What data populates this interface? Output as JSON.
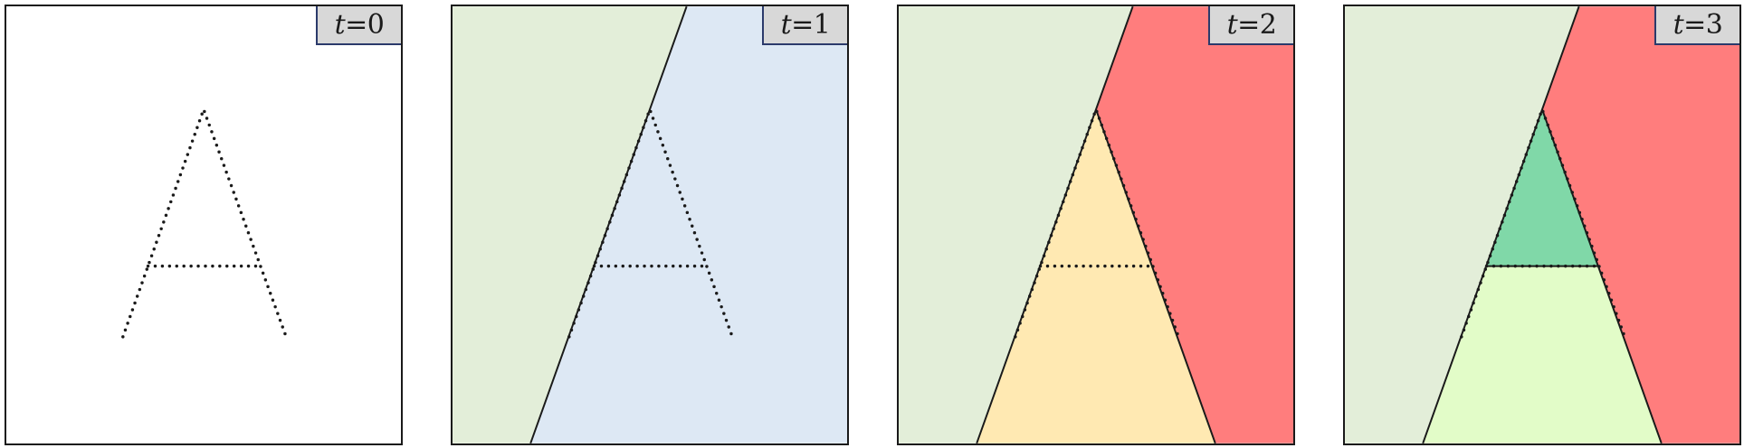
{
  "panels": [
    {
      "var": "t",
      "eq": "=",
      "value": "0"
    },
    {
      "var": "t",
      "eq": "=",
      "value": "1"
    },
    {
      "var": "t",
      "eq": "=",
      "value": "2"
    },
    {
      "var": "t",
      "eq": "=",
      "value": "3"
    }
  ],
  "colors": {
    "left_region": "#e3eed9",
    "right_region_t1": "#dde8f4",
    "outside_right": "#ff7d7d",
    "interior_t2": "#ffe9b2",
    "interior_lower_t3": "#e2fcc8",
    "apex_triangle_t3": "#80d8a8",
    "stroke": "#1a1a1a"
  }
}
